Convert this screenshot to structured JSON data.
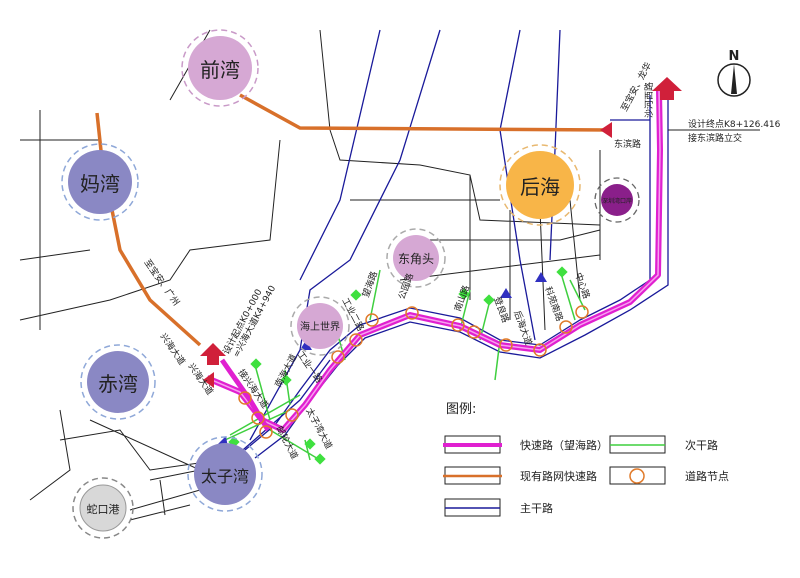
{
  "districts": {
    "qianwan": "前湾",
    "mawan": "妈湾",
    "chiwan": "赤湾",
    "taiziwan": "太子湾",
    "shekougang": "蛇口港",
    "haishangshijie": "海上世界",
    "dongjiaotou": "东角头",
    "houhai": "后海",
    "shenzhenwan_port": "深圳湾口岸"
  },
  "annotations": {
    "to_baoan_longhua": "至宝安、龙华",
    "shahe_west_road": "沙河西路",
    "dongbin_road": "东滨路",
    "end_point_line1": "设计终点K8+126.416",
    "end_point_line2": "接东滨路立交",
    "to_baoan_guangzhou": "至宝安、广州",
    "start_point_line1": "设计起点K0+000",
    "start_point_line2": "=兴海大道K4+940",
    "north": "N"
  },
  "road_labels": [
    "兴海大道",
    "兴海大道",
    "接兴海大道",
    "南海大道",
    "工业一路",
    "工业二路",
    "望海路",
    "公园路",
    "南山路",
    "登良路",
    "后海大道",
    "科苑南路",
    "中心路",
    "太子湾大道",
    "邮轮大道"
  ],
  "legend": {
    "title": "图例:",
    "items": [
      {
        "label": "快速路（望海路）",
        "color": "#e020d0"
      },
      {
        "label": "现有路网快速路",
        "color": "#d8702a"
      },
      {
        "label": "主干路",
        "color": "#1a1a9a"
      },
      {
        "label": "次干路",
        "color": "#3fcf3f"
      },
      {
        "label": "道路节点",
        "color": "#e07a2a"
      }
    ]
  }
}
